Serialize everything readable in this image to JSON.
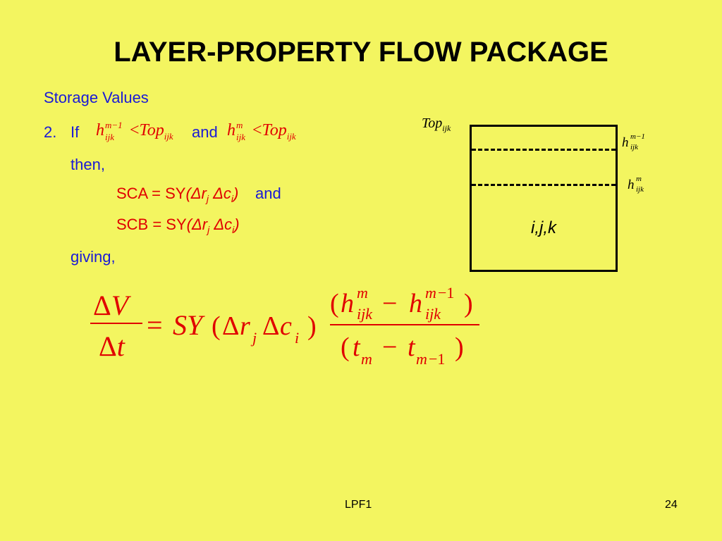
{
  "slide": {
    "title": "LAYER-PROPERTY FLOW PACKAGE",
    "subtitle": "Storage Values",
    "item_number": "2.",
    "if_label": "If",
    "and_label": "and",
    "then_label": "then,",
    "sca_prefix": "SCA = SY",
    "scb_prefix": "SCB = SY",
    "and_label_2": "and",
    "giving_label": "giving,",
    "footer_left": "LPF1",
    "page_number": "24"
  },
  "diagram": {
    "top_label": "Top",
    "top_sub": "ijk",
    "h_m1_base": "h",
    "h_m1_sup": "m−1",
    "h_m1_sub": "ijk",
    "h_m_base": "h",
    "h_m_sup": "m",
    "h_m_sub": "ijk",
    "cell_label": "i,j,k"
  },
  "colors": {
    "background": "#f3f560",
    "text_blue": "#1a1ad6",
    "text_red": "#e00000"
  }
}
